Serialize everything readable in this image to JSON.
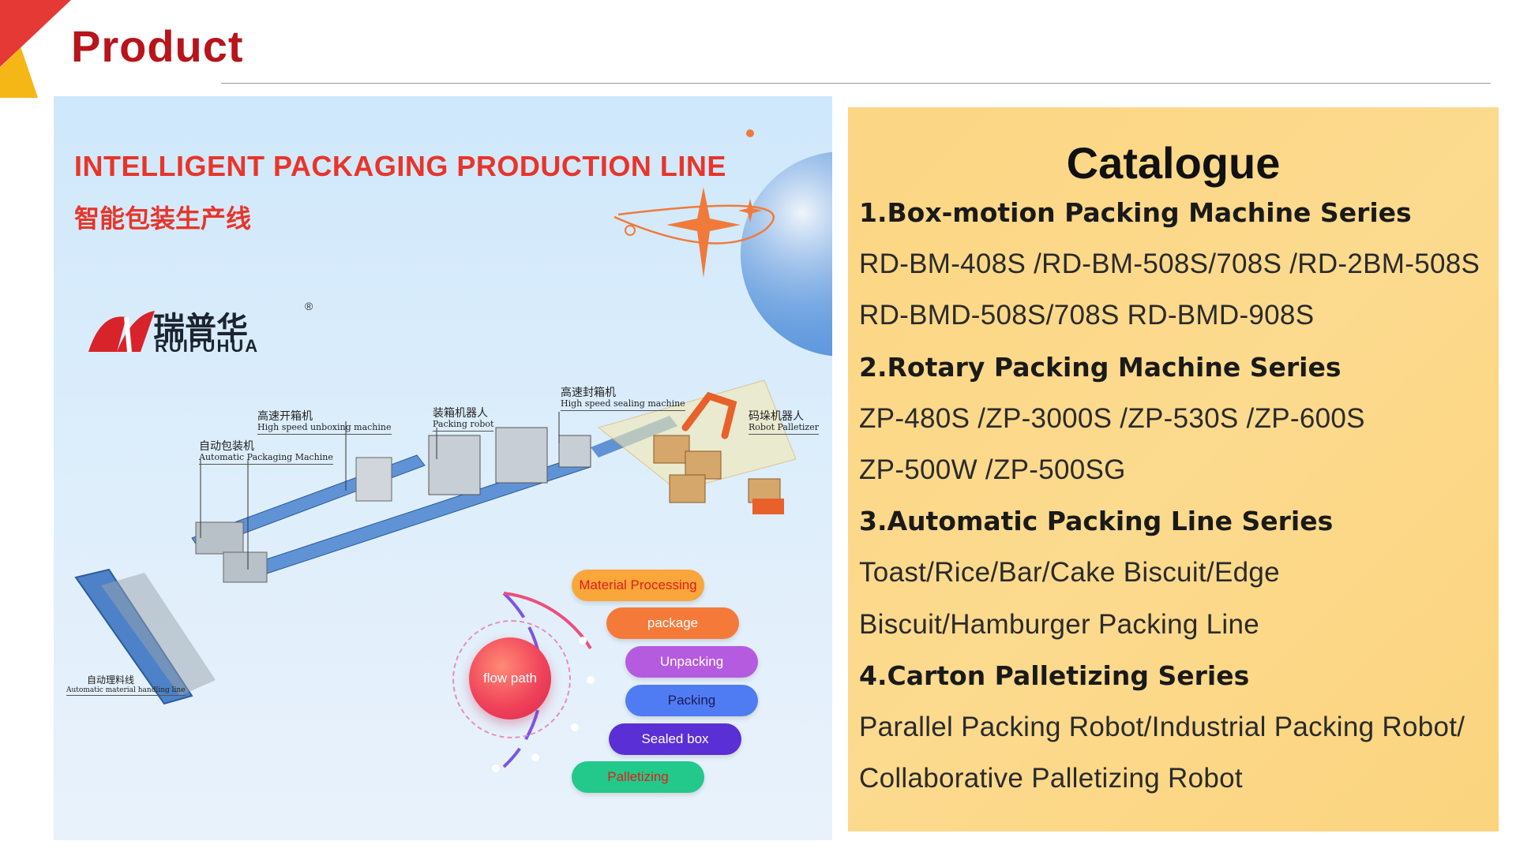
{
  "page": {
    "title": "Product"
  },
  "banner": {
    "title_en": "INTELLIGENT PACKAGING PRODUCTION LINE",
    "title_cn": "智能包装生产线"
  },
  "logo": {
    "name_cn": "瑞普华",
    "name_en": "RUIPUHUA",
    "reg": "®"
  },
  "machines": [
    {
      "cn": "高速开箱机",
      "en": "High speed unboxing machine"
    },
    {
      "cn": "自动包装机",
      "en": "Automatic Packaging Machine"
    },
    {
      "cn": "装箱机器人",
      "en": "Packing robot"
    },
    {
      "cn": "高速封箱机",
      "en": "High speed sealing machine"
    },
    {
      "cn": "码垛机器人",
      "en": "Robot Palletizer"
    },
    {
      "cn": "自动理料线",
      "en": "Automatic material handling line"
    }
  ],
  "flow": {
    "hub_label": "flow path",
    "steps": [
      {
        "label": "Material Processing",
        "bg": "#f9a63a",
        "fg": "#e11d1d"
      },
      {
        "label": "package",
        "bg": "#f57a3a",
        "fg": "#ffffff"
      },
      {
        "label": "Unpacking",
        "bg": "#b55be0",
        "fg": "#ffffff"
      },
      {
        "label": "Packing",
        "bg": "#4f7cf2",
        "fg": "#1b1b5a"
      },
      {
        "label": "Sealed box",
        "bg": "#5a2fd6",
        "fg": "#ffffff"
      },
      {
        "label": "Palletizing",
        "bg": "#22c98a",
        "fg": "#e11d1d"
      }
    ]
  },
  "catalogue": {
    "title": "Catalogue",
    "lines": [
      {
        "text": "1.Box-motion Packing Machine Series",
        "kind": "heading"
      },
      {
        "text": "RD-BM-408S /RD-BM-508S/708S /RD-2BM-508S",
        "kind": "item"
      },
      {
        "text": "RD-BMD-508S/708S  RD-BMD-908S",
        "kind": "item"
      },
      {
        "text": "2.Rotary Packing Machine Series",
        "kind": "heading"
      },
      {
        "text": "ZP-480S /ZP-3000S /ZP-530S /ZP-600S",
        "kind": "item"
      },
      {
        "text": "ZP-500W /ZP-500SG",
        "kind": "item"
      },
      {
        "text": "3.Automatic Packing Line Series",
        "kind": "heading"
      },
      {
        "text": "Toast/Rice/Bar/Cake Biscuit/Edge",
        "kind": "item"
      },
      {
        "text": "Biscuit/Hamburger Packing Line",
        "kind": "item"
      },
      {
        "text": "4.Carton Palletizing Series",
        "kind": "heading"
      },
      {
        "text": "Parallel Packing Robot/Industrial Packing Robot/",
        "kind": "item"
      },
      {
        "text": "Collaborative Palletizing Robot",
        "kind": "item"
      }
    ]
  },
  "colors": {
    "title_red": "#b7141c",
    "banner_red": "#e8352a",
    "catalogue_bg": "#fbd683"
  }
}
